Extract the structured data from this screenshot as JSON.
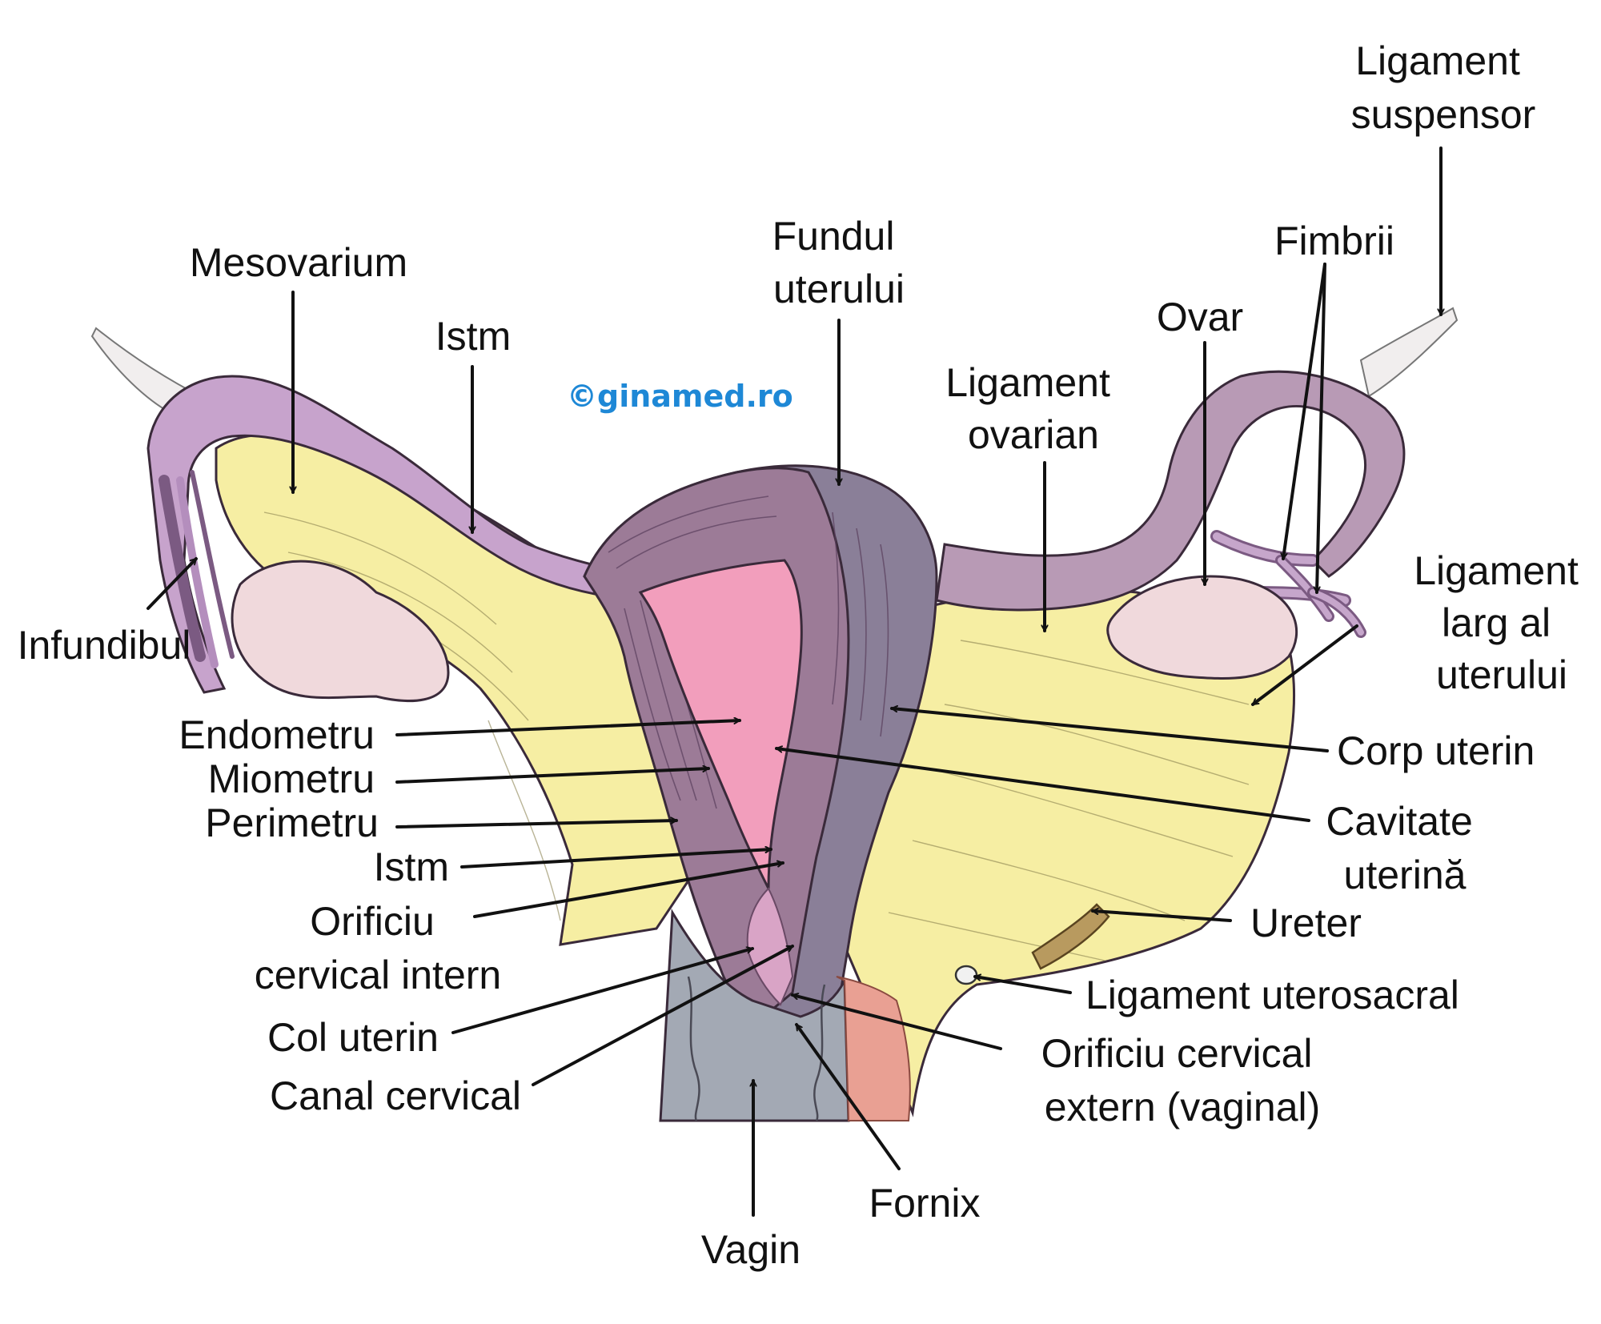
{
  "watermark": "©ginamed.ro",
  "colors": {
    "tube": "#c7a3cc",
    "tube_right": "#b89ab5",
    "ligament": "#f6eea3",
    "ovary": "#f0d9dc",
    "cavity": "#f29ebc",
    "myometrium": "#9c7b97",
    "perimetrium": "#8a7f98",
    "vagina": "#a3a9b4",
    "muscle": "#e9a093",
    "ureter": "#b89a5f",
    "watermark": "#1e88d6",
    "label": "#111111"
  },
  "labels": {
    "ligament_suspensor": [
      "Ligament",
      "suspensor"
    ],
    "fundul_uterului": [
      "Fundul",
      "uterului"
    ],
    "fimbrii": [
      "Fimbrii"
    ],
    "mesovarium": [
      "Mesovarium"
    ],
    "istm_top": [
      "Istm"
    ],
    "ovar": [
      "Ovar"
    ],
    "ligament_ovarian": [
      "Ligament",
      "ovarian"
    ],
    "ligament_larg": [
      "Ligament",
      "larg al",
      "uterului"
    ],
    "infundibul": [
      "Infundibul"
    ],
    "endometru": [
      "Endometru"
    ],
    "miometru": [
      "Miometru"
    ],
    "perimetru": [
      "Perimetru"
    ],
    "istm_left": [
      "Istm"
    ],
    "orificiu_cervical_intern": [
      "Orificiu",
      "cervical intern"
    ],
    "col_uterin": [
      "Col uterin"
    ],
    "canal_cervical": [
      "Canal cervical"
    ],
    "corp_uterin": [
      "Corp uterin"
    ],
    "cavitate_uterina": [
      "Cavitate",
      "uterină"
    ],
    "ureter": [
      "Ureter"
    ],
    "ligament_uterosacral": [
      "Ligament uterosacral"
    ],
    "orificiu_cervical_extern": [
      "Orificiu cervical",
      "extern (vaginal)"
    ],
    "fornix": [
      "Fornix"
    ],
    "vagin": [
      "Vagin"
    ]
  }
}
